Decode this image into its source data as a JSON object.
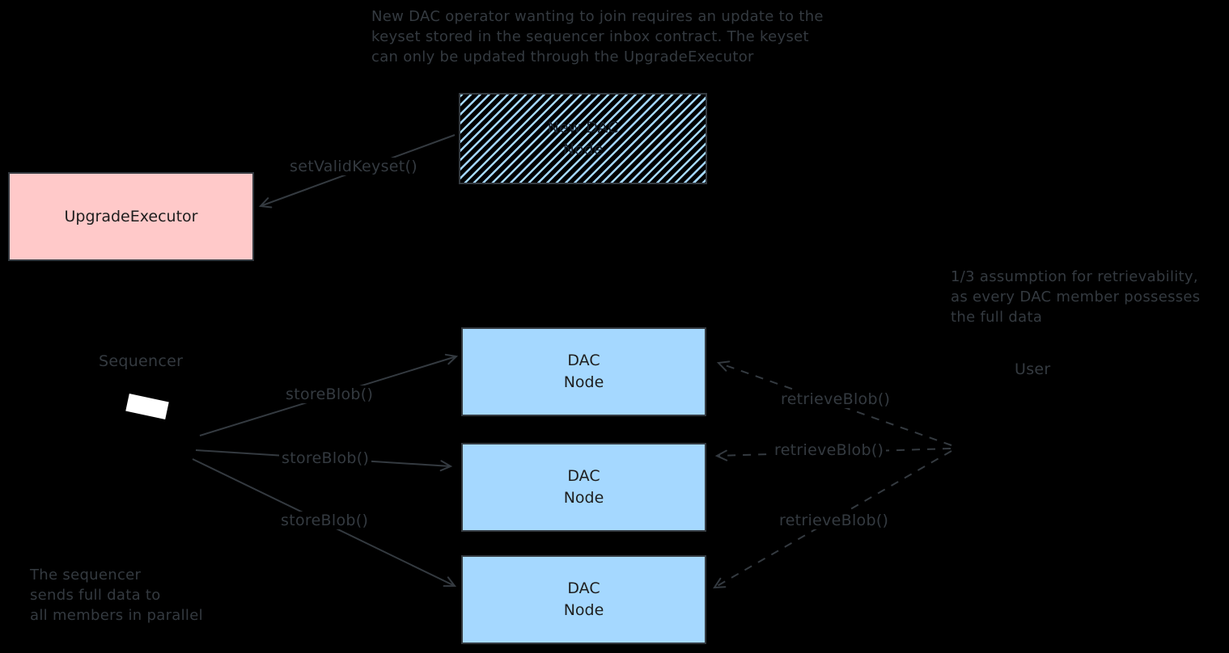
{
  "diagram": {
    "background_color": "#000000",
    "stroke_color": "#343a40",
    "annotations": {
      "top_note": "New DAC operator wanting to join requires an update to the\nkeyset stored in the sequencer inbox contract. The keyset\ncan only be updated through the UpgradeExecutor",
      "retrievability_note": "1/3 assumption for retrievability,\nas every DAC member possesses\nthe full data",
      "sequencer_note": "The sequencer\nsends full data to\nall members in parallel"
    },
    "nodes": {
      "new_dac_node": {
        "label": "New DAC\nNode",
        "fill_style": "hachure",
        "hatch_color": "#a5d8ff"
      },
      "upgrade_executor": {
        "label": "UpgradeExecutor",
        "fill": "#ffc9c9"
      },
      "dac_nodes": [
        {
          "label": "DAC\nNode",
          "fill": "#a5d8ff"
        },
        {
          "label": "DAC\nNode",
          "fill": "#a5d8ff"
        },
        {
          "label": "DAC\nNode",
          "fill": "#a5d8ff"
        }
      ],
      "sequencer_label": "Sequencer",
      "user_label": "User"
    },
    "edges": {
      "set_valid_keyset_label": "setValidKeyset()",
      "store_blob_labels": [
        "storeBlob()",
        "storeBlob()",
        "storeBlob()"
      ],
      "retrieve_blob_labels": [
        "retrieveBlob()",
        "retrieveBlob()",
        "retrieveBlob()"
      ]
    }
  }
}
